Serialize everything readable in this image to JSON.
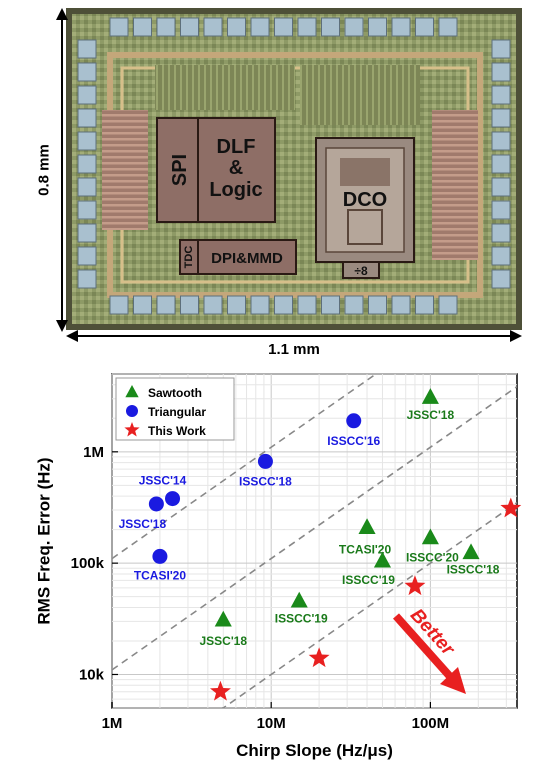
{
  "die": {
    "width_label": "1.1 mm",
    "height_label": "0.8 mm",
    "blocks": {
      "spi": "SPI",
      "dlf_line1": "DLF",
      "dlf_line2": "&",
      "dlf_line3": "Logic",
      "dco": "DCO",
      "tdc": "TDC",
      "dpi_mmd": "DPI&MMD",
      "div8": "÷8"
    }
  },
  "chart_data": {
    "type": "scatter",
    "xlabel": "Chirp Slope (Hz/μs)",
    "ylabel": "RMS Freq. Error (Hz)",
    "xscale": "log",
    "yscale": "log",
    "xlim": [
      1000000,
      350000000
    ],
    "ylim": [
      5000,
      5000000
    ],
    "xticks": [
      {
        "value": 1000000,
        "label": "1M"
      },
      {
        "value": 10000000,
        "label": "10M"
      },
      {
        "value": 100000000,
        "label": "100M"
      }
    ],
    "yticks": [
      {
        "value": 10000,
        "label": "10k"
      },
      {
        "value": 100000,
        "label": "100k"
      },
      {
        "value": 1000000,
        "label": "1M"
      }
    ],
    "grid": true,
    "legend_position": "top-left",
    "series": [
      {
        "name": "Sawtooth",
        "marker": "triangle",
        "color": "#1a8a1a",
        "label_color": "#1a7a1a",
        "points": [
          {
            "x": 100000000,
            "y": 3100000,
            "label": "JSSC'18"
          },
          {
            "x": 40000000,
            "y": 210000,
            "label": "TCASI'20"
          },
          {
            "x": 100000000,
            "y": 170000,
            "label": "ISSCC'20"
          },
          {
            "x": 50000000,
            "y": 105000,
            "label": "ISSCC'19"
          },
          {
            "x": 180000000,
            "y": 125000,
            "label": "ISSCC'18"
          },
          {
            "x": 15000000,
            "y": 46000,
            "label": "ISSCC'19"
          },
          {
            "x": 5000000,
            "y": 31000,
            "label": "JSSC'18"
          }
        ]
      },
      {
        "name": "Triangular",
        "marker": "circle",
        "color": "#1a1ae0",
        "label_color": "#1a1ae0",
        "points": [
          {
            "x": 33000000,
            "y": 1900000,
            "label": "ISSCC'16"
          },
          {
            "x": 9200000,
            "y": 820000,
            "label": "ISSCC'18"
          },
          {
            "x": 2400000,
            "y": 380000,
            "label": "JSSC'14"
          },
          {
            "x": 1900000,
            "y": 340000,
            "label": "JSSC'18"
          },
          {
            "x": 2000000,
            "y": 115000,
            "label": "TCASI'20"
          }
        ]
      },
      {
        "name": "This Work",
        "marker": "star",
        "color": "#e82020",
        "points": [
          {
            "x": 320000000,
            "y": 310000
          },
          {
            "x": 80000000,
            "y": 62000
          },
          {
            "x": 20000000,
            "y": 14000
          },
          {
            "x": 4800000,
            "y": 7000
          }
        ]
      }
    ],
    "annotation": {
      "text": "Better",
      "color": "#e82020"
    }
  }
}
